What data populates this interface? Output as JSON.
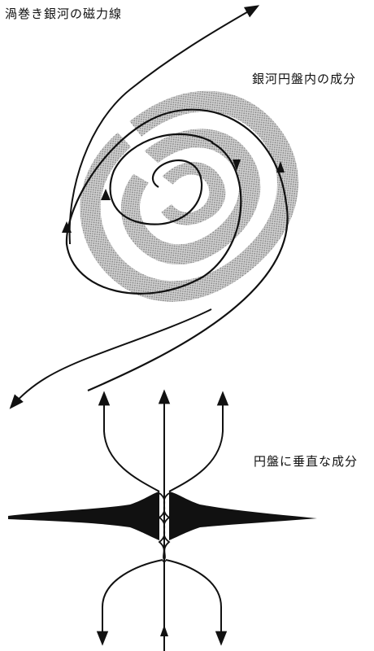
{
  "title": "渦巻き銀河の磁力線",
  "labels": {
    "disk_component": "銀河円盤内の成分",
    "vertical_component": "円盤に垂直な成分"
  },
  "colors": {
    "ink": "#111111",
    "arm_fill": "#a8a8a8"
  }
}
